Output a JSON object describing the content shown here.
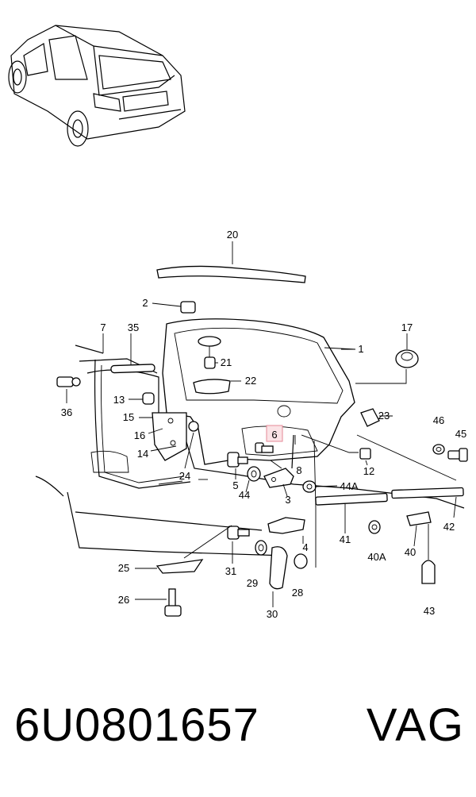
{
  "labels": {
    "l1": "1",
    "l2": "2",
    "l3": "3",
    "l4": "4",
    "l5": "5",
    "l6": "6",
    "l7": "7",
    "l8": "8",
    "l12": "12",
    "l13": "13",
    "l14": "14",
    "l15": "15",
    "l16": "16",
    "l17": "17",
    "l20": "20",
    "l21": "21",
    "l22": "22",
    "l23": "23",
    "l24": "24",
    "l25": "25",
    "l26": "26",
    "l28": "28",
    "l29": "29",
    "l30": "30",
    "l31": "31",
    "l35": "35",
    "l36": "36",
    "l40": "40",
    "l40a": "40A",
    "l41": "41",
    "l42": "42",
    "l43": "43",
    "l44": "44",
    "l44a": "44A",
    "l45": "45",
    "l46": "46"
  },
  "highlighted_part": "6",
  "footer": {
    "part_number": "6U0801657",
    "brand": "VAG"
  }
}
